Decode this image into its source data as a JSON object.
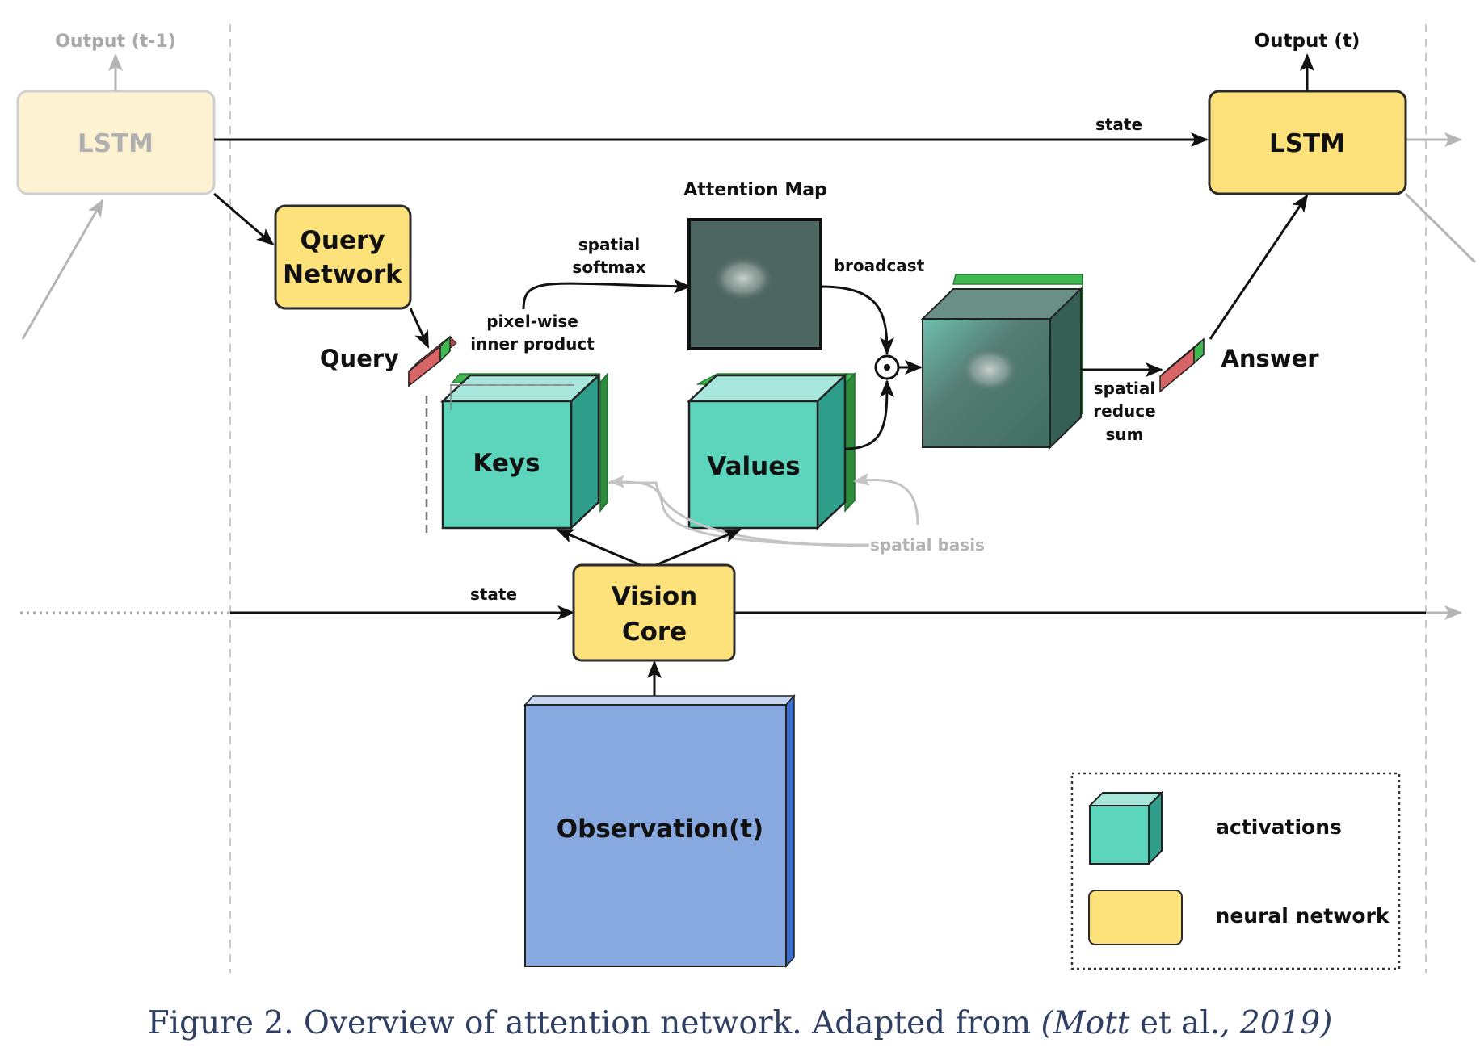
{
  "nodes": {
    "lstm_prev": "LSTM",
    "lstm_curr": "LSTM",
    "query_network": [
      "Query",
      "Network"
    ],
    "vision_core": [
      "Vision",
      "Core"
    ],
    "observation": "Observation(t)",
    "keys": "Keys",
    "values": "Values",
    "attention_map": "Attention Map"
  },
  "labels": {
    "output_prev": "Output (t-1)",
    "output_curr": "Output (t)",
    "state_top": "state",
    "state_bottom": "state",
    "query": "Query",
    "answer": "Answer",
    "spatial_softmax": [
      "spatial",
      "softmax"
    ],
    "pixel_wise": [
      "pixel-wise",
      "inner product"
    ],
    "broadcast": "broadcast",
    "spatial_reduce_sum": [
      "spatial",
      "reduce",
      "sum"
    ],
    "spatial_basis": "spatial basis",
    "odot": "⊙"
  },
  "legend": {
    "activations": "activations",
    "neural_network": "neural network"
  },
  "caption": {
    "prefix": "Figure 2. Overview of attention network. Adapted from ",
    "cite_author": "(Mott",
    "cite_mid": " et al.",
    "cite_year": ", 2019)"
  },
  "colors": {
    "nn_fill": "#fde17a",
    "nn_stroke": "#2b2b2b",
    "activation_front": "#5dd5bd",
    "activation_side": "#2f9e8a",
    "activation_top_green": "#3fb84f",
    "observation_fill": "#87a9df",
    "attention_dark": "#4e6660",
    "faded": "#b5b5b5"
  }
}
